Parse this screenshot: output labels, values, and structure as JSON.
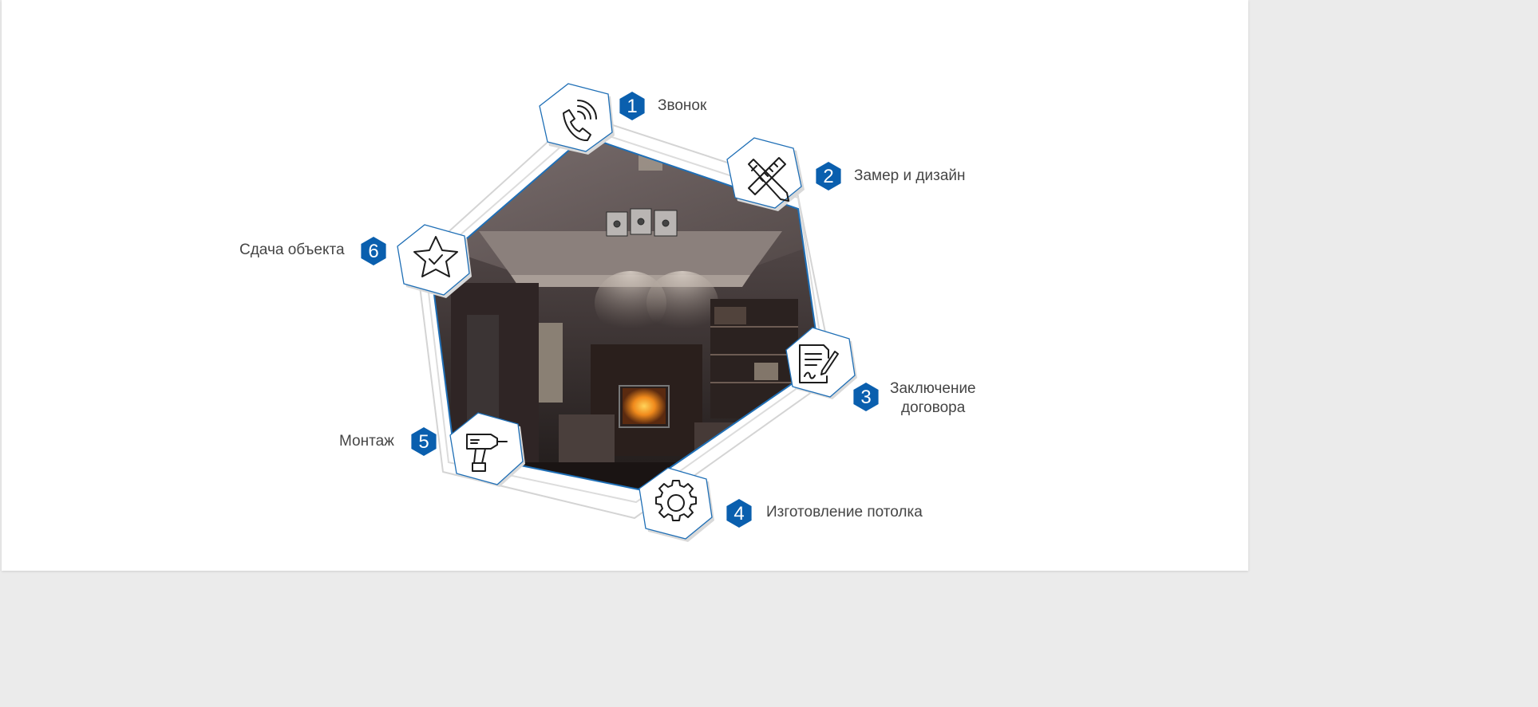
{
  "steps": [
    {
      "number": "1",
      "label": "Звонок",
      "icon": "phone-icon"
    },
    {
      "number": "2",
      "label": "Замер и дизайн",
      "icon": "pencil-ruler-icon"
    },
    {
      "number": "3",
      "label": "Заключение договора",
      "label_lines": [
        "Заключение",
        "договора"
      ],
      "icon": "contract-signature-icon"
    },
    {
      "number": "4",
      "label": "Изготовление потолка",
      "icon": "gear-icon"
    },
    {
      "number": "5",
      "label": "Монтаж",
      "icon": "drill-icon"
    },
    {
      "number": "6",
      "label": "Сдача объекта",
      "icon": "star-check-icon"
    }
  ],
  "colors": {
    "accent": "#0b67b3",
    "badge": "#0a5fae",
    "frame": "#d8d8d8",
    "text": "#454545",
    "background": "#ffffff"
  }
}
